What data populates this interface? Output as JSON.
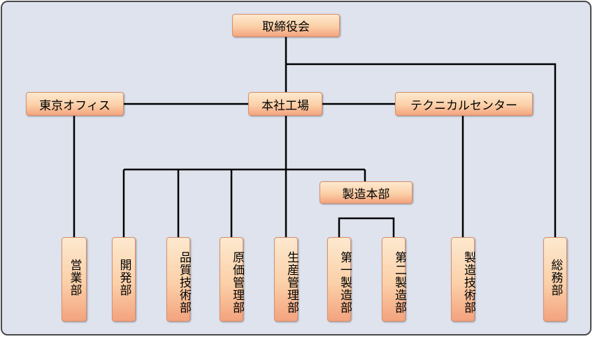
{
  "org": {
    "board": "取締役会",
    "tokyo_office": "東京オフィス",
    "head_office": "本社工場",
    "tech_center": "テクニカルセンター",
    "mfg_hq": "製造本部",
    "sales": "営業部",
    "development": "開発部",
    "quality": "品質技術部",
    "cost": "原価管理部",
    "production": "生産管理部",
    "mfg1": "第一製造部",
    "mfg2": "第二製造部",
    "mfg_tech": "製造技術部",
    "general_affairs": "総務部"
  }
}
